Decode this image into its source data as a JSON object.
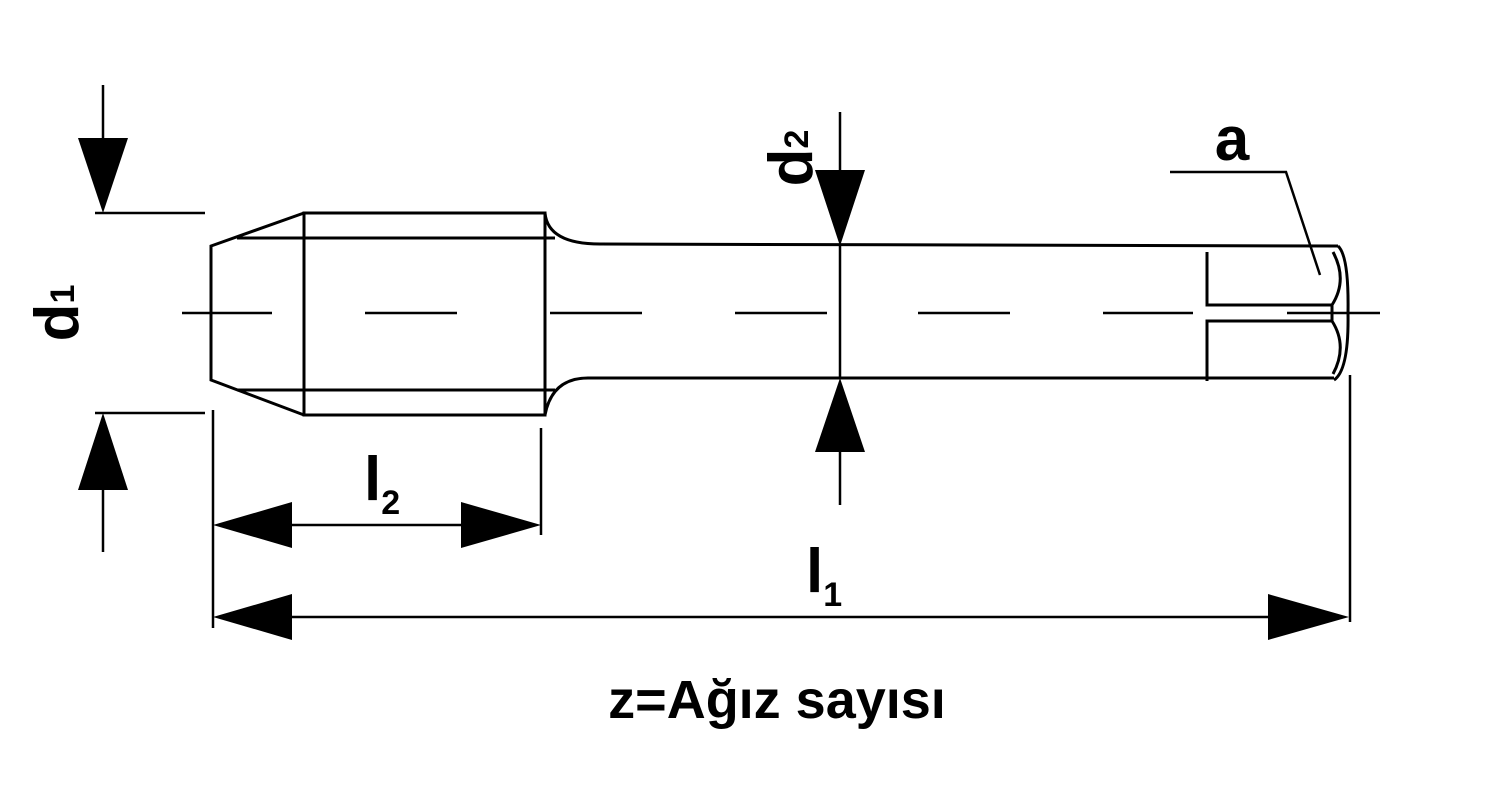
{
  "diagram": {
    "labels": {
      "d1_main": "d",
      "d1_sub": "1",
      "d2_main": "d",
      "d2_sub": "2",
      "l2_main": "l",
      "l2_sub": "2",
      "l1_main": "l",
      "l1_sub": "1",
      "a": "a"
    },
    "caption": "z=Ağız sayısı"
  }
}
